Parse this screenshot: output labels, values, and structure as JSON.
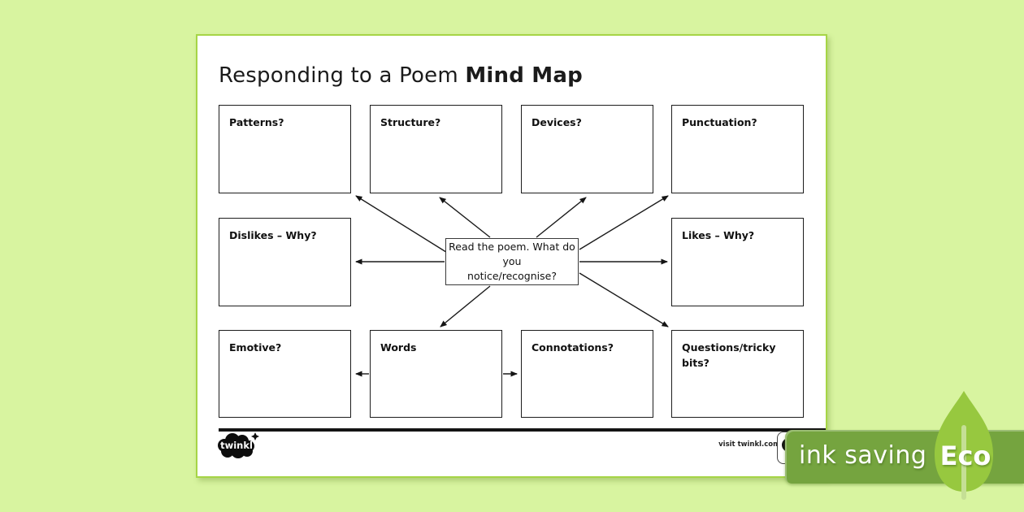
{
  "title": {
    "regular": "Responding to a Poem ",
    "bold": "Mind Map"
  },
  "nodes": [
    {
      "id": "patterns",
      "label": "Patterns?"
    },
    {
      "id": "structure",
      "label": "Structure?"
    },
    {
      "id": "devices",
      "label": "Devices?"
    },
    {
      "id": "punctuation",
      "label": "Punctuation?"
    },
    {
      "id": "dislikes",
      "label": "Dislikes – Why?"
    },
    {
      "id": "likes",
      "label": "Likes – Why?"
    },
    {
      "id": "emotive",
      "label": "Emotive?"
    },
    {
      "id": "words",
      "label": "Words"
    },
    {
      "id": "connotations",
      "label": "Connotations?"
    },
    {
      "id": "questions",
      "label": "Questions/tricky bits?"
    }
  ],
  "center_node": {
    "label_line1": "Read the poem. What do you",
    "label_line2": "notice/recognise?"
  },
  "edges": [
    {
      "from": "center",
      "to": "patterns"
    },
    {
      "from": "center",
      "to": "structure"
    },
    {
      "from": "center",
      "to": "devices"
    },
    {
      "from": "center",
      "to": "punctuation"
    },
    {
      "from": "center",
      "to": "dislikes"
    },
    {
      "from": "center",
      "to": "likes"
    },
    {
      "from": "center",
      "to": "words"
    },
    {
      "from": "center",
      "to": "questions"
    },
    {
      "from": "words",
      "to": "emotive"
    },
    {
      "from": "words",
      "to": "connotations"
    }
  ],
  "footer": {
    "logo_text": "twinkl",
    "visit_text": "visit twinkl.com"
  },
  "eco_badge": {
    "ink_saving_label": "ink saving",
    "eco_label": "Eco"
  },
  "colors": {
    "background": "#d8f4a0",
    "page_border": "#a6d546",
    "box_border": "#1d1d1d",
    "badge_green": "#75a43f",
    "leaf_green": "#97c83f",
    "leaf_stem": "#c5df95",
    "text_black": "#1b1b1b"
  }
}
